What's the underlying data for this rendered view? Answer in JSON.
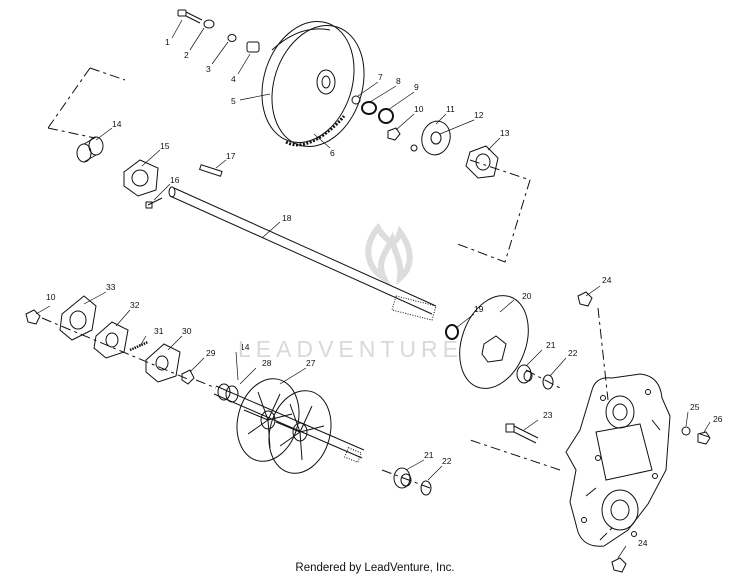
{
  "diagram": {
    "callouts": [
      "1",
      "2",
      "3",
      "4",
      "5",
      "6",
      "7",
      "8",
      "9",
      "10",
      "11",
      "12",
      "13",
      "14",
      "15",
      "16",
      "17",
      "18",
      "10",
      "33",
      "32",
      "31",
      "30",
      "29",
      "14",
      "28",
      "27",
      "19",
      "20",
      "21",
      "22",
      "24",
      "23",
      "25",
      "26",
      "21",
      "22",
      "24"
    ]
  },
  "watermark": {
    "brand": "LEADVENTURE"
  },
  "footer": {
    "text": "Rendered by LeadVenture, Inc."
  }
}
